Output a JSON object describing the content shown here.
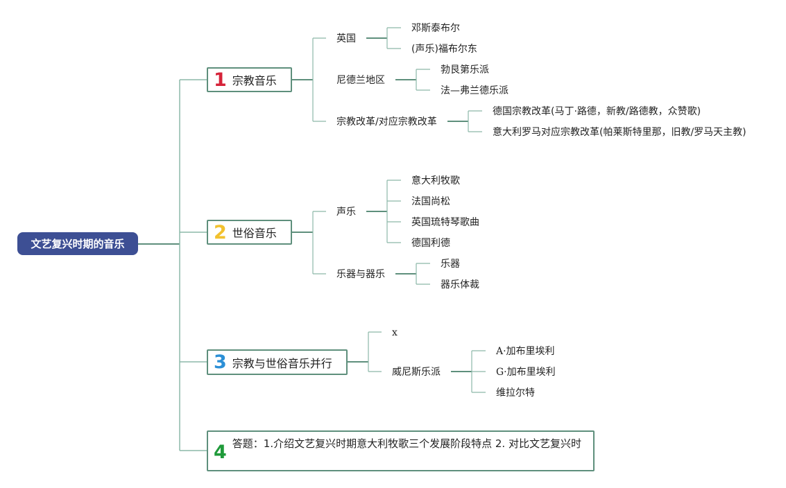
{
  "root": {
    "label": "文艺复兴时期的音乐"
  },
  "branches": [
    {
      "number": "1",
      "label": "宗教音乐",
      "children": [
        {
          "label": "英国",
          "children": [
            {
              "label": "邓斯泰布尔"
            },
            {
              "label": "(声乐)福布尔东"
            }
          ]
        },
        {
          "label": "尼德兰地区",
          "children": [
            {
              "label": "勃艮第乐派"
            },
            {
              "label": "法—弗兰德乐派"
            }
          ]
        },
        {
          "label": "宗教改革/对应宗教改革",
          "children": [
            {
              "label": "德国宗教改革(马丁·路德，新教/路德教，众赞歌)"
            },
            {
              "label": "意大利罗马对应宗教改革(帕莱斯特里那，旧教/罗马天主教)"
            }
          ]
        }
      ]
    },
    {
      "number": "2",
      "label": "世俗音乐",
      "children": [
        {
          "label": "声乐",
          "children": [
            {
              "label": "意大利牧歌"
            },
            {
              "label": "法国尚松"
            },
            {
              "label": "英国琉特琴歌曲"
            },
            {
              "label": "德国利德"
            }
          ]
        },
        {
          "label": "乐器与器乐",
          "children": [
            {
              "label": "乐器"
            },
            {
              "label": "器乐体裁"
            }
          ]
        }
      ]
    },
    {
      "number": "3",
      "label": "宗教与世俗音乐并行",
      "children": [
        {
          "label": "x",
          "children": []
        },
        {
          "label": "威尼斯乐派",
          "children": [
            {
              "label": "A·加布里埃利"
            },
            {
              "label": "G·加布里埃利"
            },
            {
              "label": "维拉尔特"
            }
          ]
        }
      ]
    },
    {
      "number": "4",
      "label": "答题：1.介绍文艺复兴时期意大利牧歌三个发展阶段特点 2. 对比文艺复兴时",
      "children": []
    }
  ],
  "colors": {
    "root_bg": "#3d4f94",
    "root_text": "#ffffff",
    "connector": "#5e8f7c",
    "connector_light": "#8cb8a8",
    "number_1": "#d6243a",
    "number_2": "#f2c12e",
    "number_3": "#2b8fd6",
    "number_4": "#1f9a3a"
  }
}
